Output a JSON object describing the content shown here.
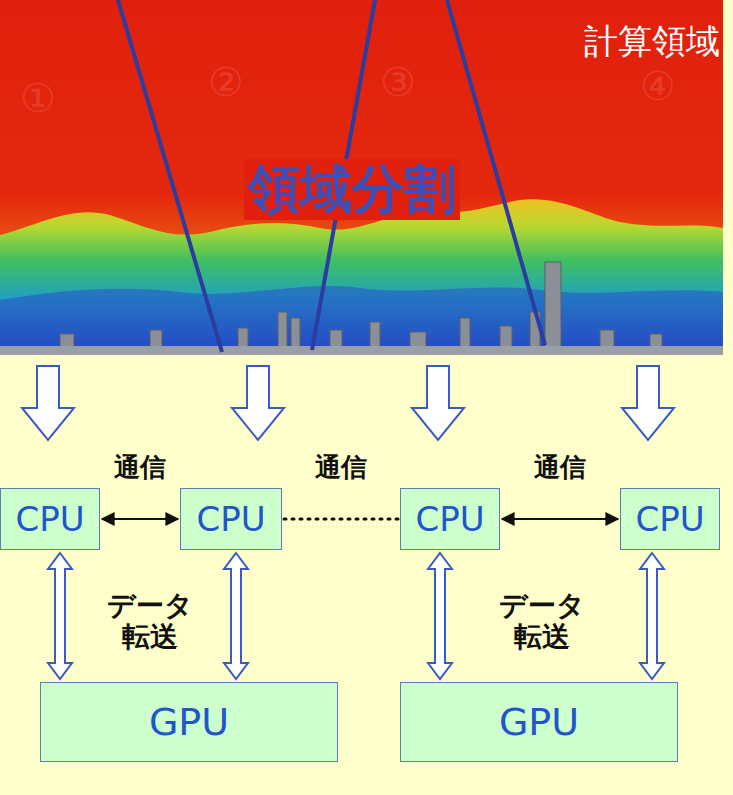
{
  "diagram": {
    "nodes": [
      {
        "text": [
          "CPU"
        ]
      },
      {
        "text": [
          "CPU"
        ]
      },
      {
        "text": [
          "CPU"
        ]
      },
      {
        "text": [
          "CPU"
        ]
      },
      {
        "text": [
          "GPU"
        ]
      },
      {
        "text": [
          "GPU"
        ]
      }
    ],
    "edges": [
      {
        "from": 0,
        "to": 1,
        "arrow": "both",
        "label": "通信"
      },
      {
        "from": 1,
        "to": 2,
        "arrow": "none",
        "label": "通信"
      },
      {
        "from": 2,
        "to": 3,
        "arrow": "both",
        "label": "通信"
      },
      {
        "from": 0,
        "to": 4,
        "arrow": "both"
      },
      {
        "from": 1,
        "to": 4,
        "arrow": "both"
      },
      {
        "from": 2,
        "to": 5,
        "arrow": "both"
      },
      {
        "from": 3,
        "to": 5,
        "arrow": "both"
      }
    ],
    "labels": [
      "①",
      "②",
      "③",
      "④",
      "領域分割",
      "計算領域",
      "データ 転送",
      "データ 転送"
    ]
  }
}
